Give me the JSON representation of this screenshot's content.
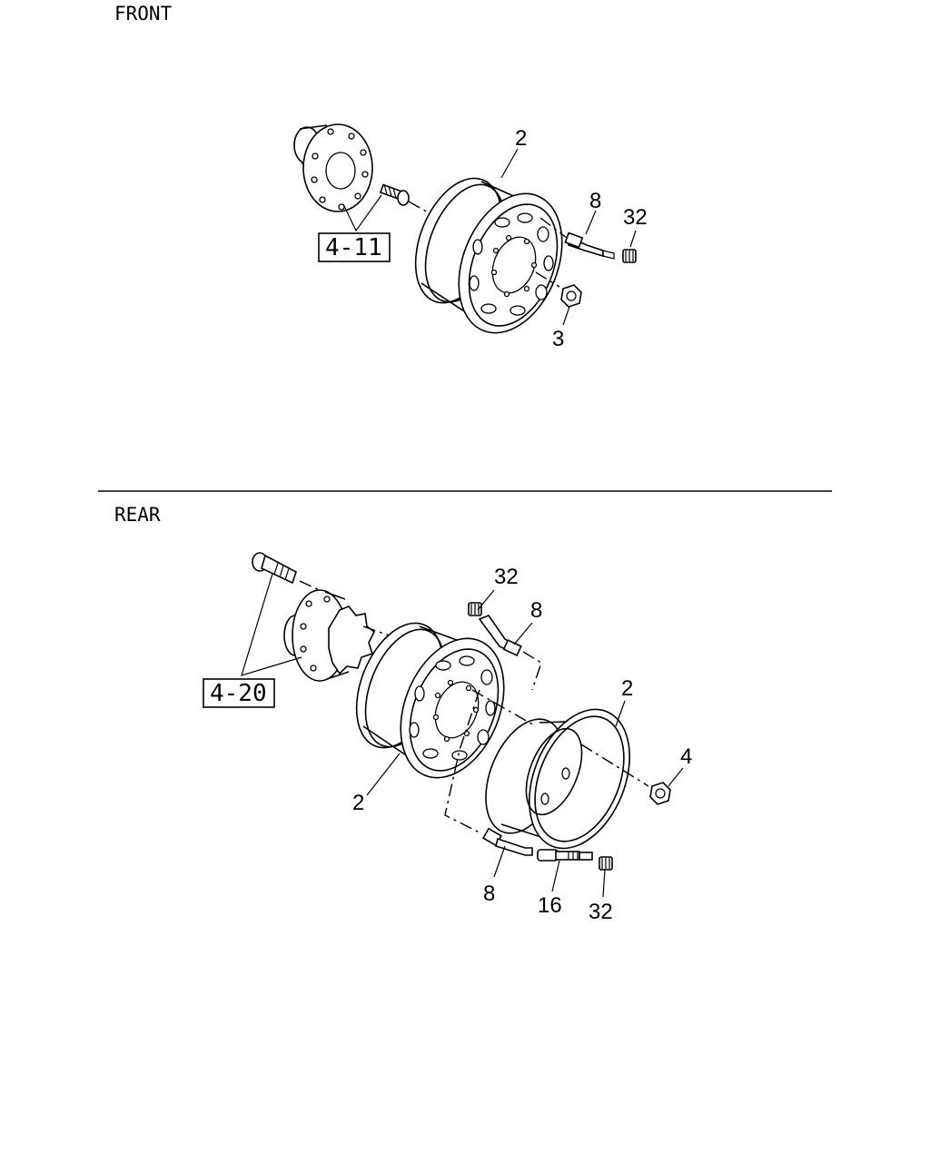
{
  "sections": {
    "front": {
      "heading": "FRONT",
      "ref_box": "4-11",
      "callouts": {
        "rim": "2",
        "valve": "8",
        "cap": "32",
        "nut": "3"
      }
    },
    "rear": {
      "heading": "REAR",
      "ref_box": "4-20",
      "callouts": {
        "cap_top": "32",
        "valve_top": "8",
        "outer_rim": "2",
        "nut": "4",
        "inner_rim": "2",
        "valve_bottom": "8",
        "extension": "16",
        "cap_bottom": "32"
      }
    }
  }
}
